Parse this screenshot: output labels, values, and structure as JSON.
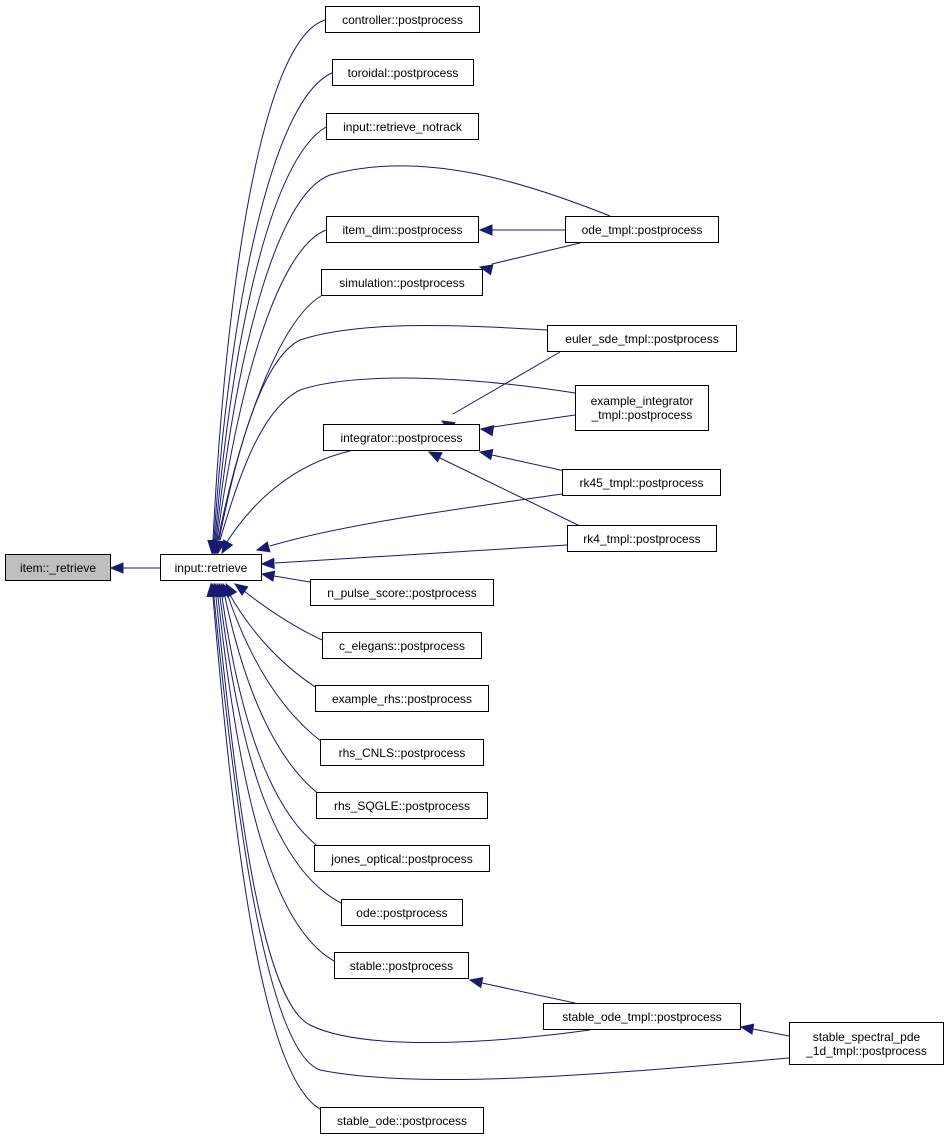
{
  "colors": {
    "edge": "#191970",
    "root_fill": "#bfbfbf",
    "node_fill": "#ffffff",
    "border": "#000000"
  },
  "nodes": {
    "item_retrieve": "item::_retrieve",
    "input_retrieve": "input::retrieve",
    "controller": "controller::postprocess",
    "toroidal": "toroidal::postprocess",
    "input_notrack": "input::retrieve_notrack",
    "item_dim": "item_dim::postprocess",
    "simulation": "simulation::postprocess",
    "ode_tmpl": "ode_tmpl::postprocess",
    "euler_sde": "euler_sde_tmpl::postprocess",
    "example_integrator": "example_integrator\n_tmpl::postprocess",
    "integrator": "integrator::postprocess",
    "rk45": "rk45_tmpl::postprocess",
    "rk4": "rk4_tmpl::postprocess",
    "n_pulse": "n_pulse_score::postprocess",
    "c_elegans": "c_elegans::postprocess",
    "example_rhs": "example_rhs::postprocess",
    "rhs_cnls": "rhs_CNLS::postprocess",
    "rhs_sqgle": "rhs_SQGLE::postprocess",
    "jones": "jones_optical::postprocess",
    "ode": "ode::postprocess",
    "stable": "stable::postprocess",
    "stable_ode_tmpl": "stable_ode_tmpl::postprocess",
    "stable_spectral": "stable_spectral_pde\n_1d_tmpl::postprocess",
    "stable_ode": "stable_ode::postprocess"
  }
}
